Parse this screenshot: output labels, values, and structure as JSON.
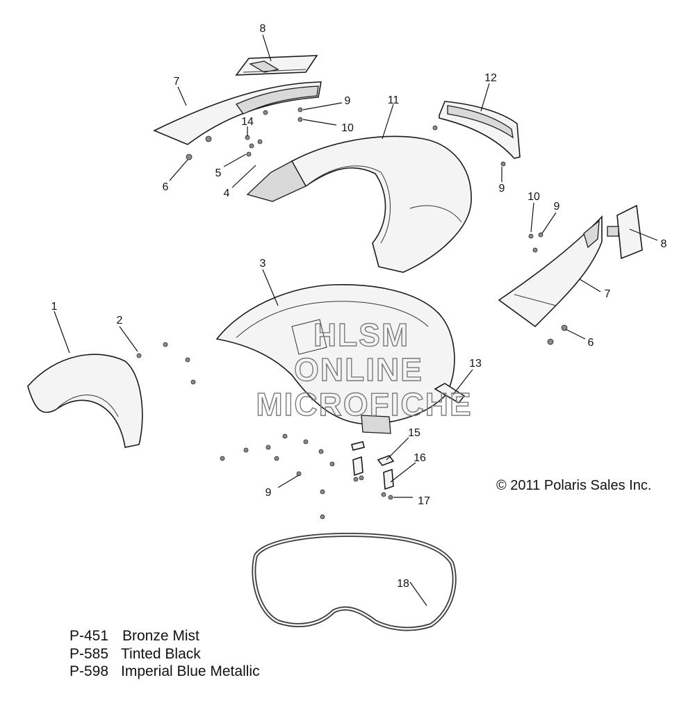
{
  "callouts": {
    "c8_top": "8",
    "c7_left": "7",
    "c9_top": "9",
    "c10_top": "10",
    "c11": "11",
    "c12": "12",
    "c14": "14",
    "c5": "5",
    "c6_left": "6",
    "c4": "4",
    "c9_mid": "9",
    "c10_right": "10",
    "c9_right": "9",
    "c8_right": "8",
    "c3": "3",
    "c7_right": "7",
    "c1": "1",
    "c2": "2",
    "c6_right": "6",
    "c13": "13",
    "c15": "15",
    "c16": "16",
    "c9_bottom": "9",
    "c17": "17",
    "c18": "18"
  },
  "watermark": {
    "line1": "HLSM",
    "line2": "ONLINE",
    "line3": "MICROFICHE"
  },
  "copyright": "© 2011 Polaris Sales Inc.",
  "paint_codes": [
    {
      "code": "P-451",
      "name": "Bronze Mist"
    },
    {
      "code": "P-585",
      "name": "Tinted Black"
    },
    {
      "code": "P-598",
      "name": "Imperial Blue Metallic"
    }
  ]
}
